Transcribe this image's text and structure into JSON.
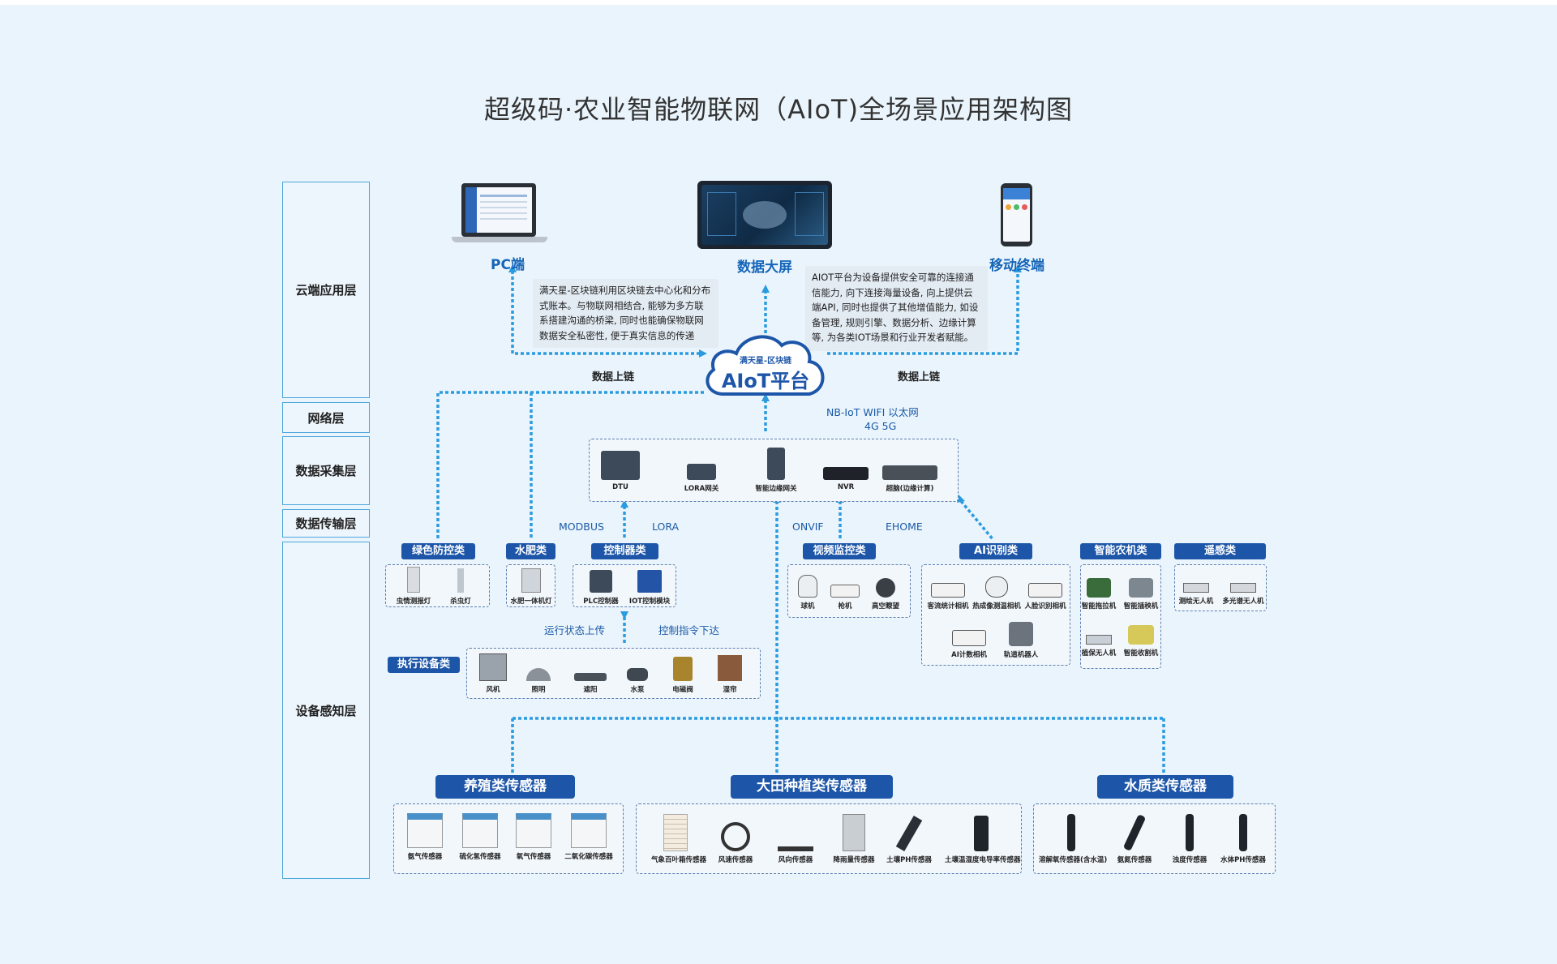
{
  "title": "超级码·农业智能物联网（AIoT)全场景应用架构图",
  "layers": [
    "云端应用层",
    "网络层",
    "数据采集层",
    "数据传输层",
    "设备感知层"
  ],
  "terminals": {
    "pc": "PC端",
    "screen": "数据大屏",
    "mobile": "移动终端"
  },
  "desc_left": "满天星-区块链利用区块链去中心化和分布式账本。与物联网相结合, 能够为多方联系搭建沟通的桥梁, 同时也能确保物联网数据安全私密性, 便于真实信息的传递",
  "desc_right": "AIOT平台为设备提供安全可靠的连接通信能力, 向下连接海量设备, 向上提供云端API, 同时也提供了其他增值能力, 如设备管理, 规则引擎、数据分析、边缘计算等, 为各类IOT场景和行业开发者赋能。",
  "platform": {
    "sub": "满天星-区块链",
    "main": "AIoT平台"
  },
  "uplink_left": "数据上链",
  "uplink_right": "数据上链",
  "network": {
    "line1": "NB-IoT   WIFI   以太网",
    "line2": "4G   5G"
  },
  "gateways": [
    "DTU",
    "LORA网关",
    "智能边缘网关",
    "NVR",
    "超脑(边缘计算)"
  ],
  "protocols": {
    "modbus": "MODBUS",
    "lora": "LORA",
    "onvif": "ONVIF",
    "ehome": "EHOME"
  },
  "categories": {
    "green": {
      "label": "绿色防控类",
      "items": [
        "虫情测报灯",
        "杀虫灯"
      ]
    },
    "fert": {
      "label": "水肥类",
      "items": [
        "水肥一体机灯"
      ]
    },
    "ctrl": {
      "label": "控制器类",
      "items": [
        "PLC控制器",
        "IOT控制模块"
      ]
    },
    "video": {
      "label": "视频监控类",
      "items": [
        "球机",
        "枪机",
        "高空瞭望"
      ]
    },
    "ai": {
      "label": "AI识别类",
      "items": [
        "客流统计相机",
        "热成像测温相机",
        "人脸识别相机",
        "AI计数相机",
        "轨道机器人"
      ]
    },
    "agri": {
      "label": "智能农机类",
      "items": [
        "智能拖拉机",
        "智能插秧机",
        "植保无人机",
        "智能收割机"
      ]
    },
    "remote": {
      "label": "遥感类",
      "items": [
        "测绘无人机",
        "多光谱无人机"
      ]
    }
  },
  "run_status": "运行状态上传",
  "control_cmd": "控制指令下达",
  "actuator": {
    "label": "执行设备类",
    "items": [
      "风机",
      "照明",
      "遮阳",
      "水泵",
      "电磁阀",
      "湿帘"
    ]
  },
  "sensors": {
    "breeding": {
      "label": "养殖类传感器",
      "items": [
        "氨气传感器",
        "硫化氢传感器",
        "氧气传感器",
        "二氧化碳传感器"
      ]
    },
    "field": {
      "label": "大田种植类传感器",
      "items": [
        "气象百叶箱传感器",
        "风速传感器",
        "风向传感器",
        "降雨量传感器",
        "土壤PH传感器",
        "土壤温湿度电导率传感器"
      ]
    },
    "water": {
      "label": "水质类传感器",
      "items": [
        "溶解氧传感器(含水温)",
        "氨氮传感器",
        "浊度传感器",
        "水体PH传感器"
      ]
    }
  },
  "colors": {
    "accent": "#1d56a8",
    "line": "#2b9be0",
    "background": "#eaf4fc"
  }
}
